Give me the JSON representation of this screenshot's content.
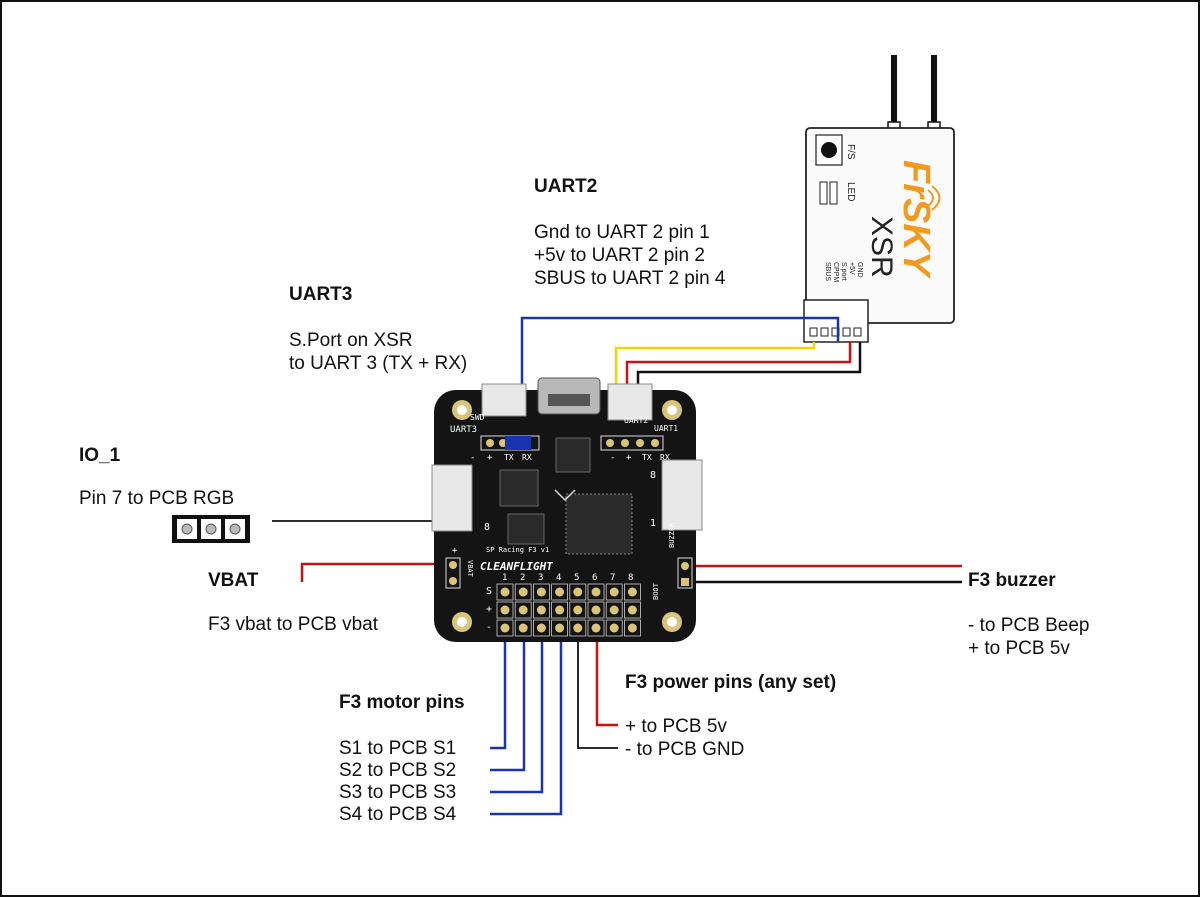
{
  "sections": {
    "uart2": {
      "title": "UART2",
      "lines": [
        "Gnd to UART 2 pin 1",
        "+5v to UART 2 pin 2",
        "SBUS to UART 2 pin 4"
      ]
    },
    "uart3": {
      "title": "UART3",
      "lines": [
        "S.Port on XSR",
        "to UART 3 (TX + RX)"
      ]
    },
    "io1": {
      "title": "IO_1",
      "lines": [
        "Pin 7 to PCB RGB"
      ]
    },
    "vbat": {
      "title": "VBAT",
      "lines": [
        "F3 vbat to PCB vbat"
      ]
    },
    "buzzer": {
      "title": "F3 buzzer",
      "lines": [
        "- to PCB Beep",
        "+ to PCB 5v"
      ]
    },
    "power": {
      "title": "F3 power pins (any set)",
      "lines": [
        "+ to PCB 5v",
        "- to PCB GND"
      ]
    },
    "motor": {
      "title": "F3 motor pins",
      "lines": [
        "S1 to PCB S1",
        "S2 to PCB S2",
        "S3 to PCB S3",
        "S4 to PCB S4"
      ]
    }
  },
  "receiver": {
    "brand": "FrSKY",
    "model": "XSR",
    "fs_label": "F/S",
    "led_label": "LED",
    "pin_labels": [
      "GND",
      "+5V",
      "S.port",
      "CPPM",
      "SBUS"
    ]
  },
  "board": {
    "silkscreen": {
      "uart3": "UART3",
      "swd": "SWD",
      "uart2": "UART2",
      "uart1": "UART1",
      "tx": "TX",
      "rx": "RX",
      "plus": "+",
      "minus": "-",
      "vbat": "VBAT",
      "boot": "BOOT",
      "buzzer": "BUZZER",
      "brand": "CLEANFLIGHT",
      "subtitle": "SP Racing F3 v1",
      "s_label": "S",
      "io_pin_8": "8",
      "io_pin_1": "1",
      "motor_numbers": [
        "1",
        "2",
        "3",
        "4",
        "5",
        "6",
        "7",
        "8"
      ]
    }
  },
  "colors": {
    "wire_blue": "#1a33b0",
    "wire_red": "#cc1111",
    "wire_black": "#111111",
    "wire_yellow": "#f2d600",
    "pcb": "#141414",
    "logo_orange": "#f39a1e"
  }
}
